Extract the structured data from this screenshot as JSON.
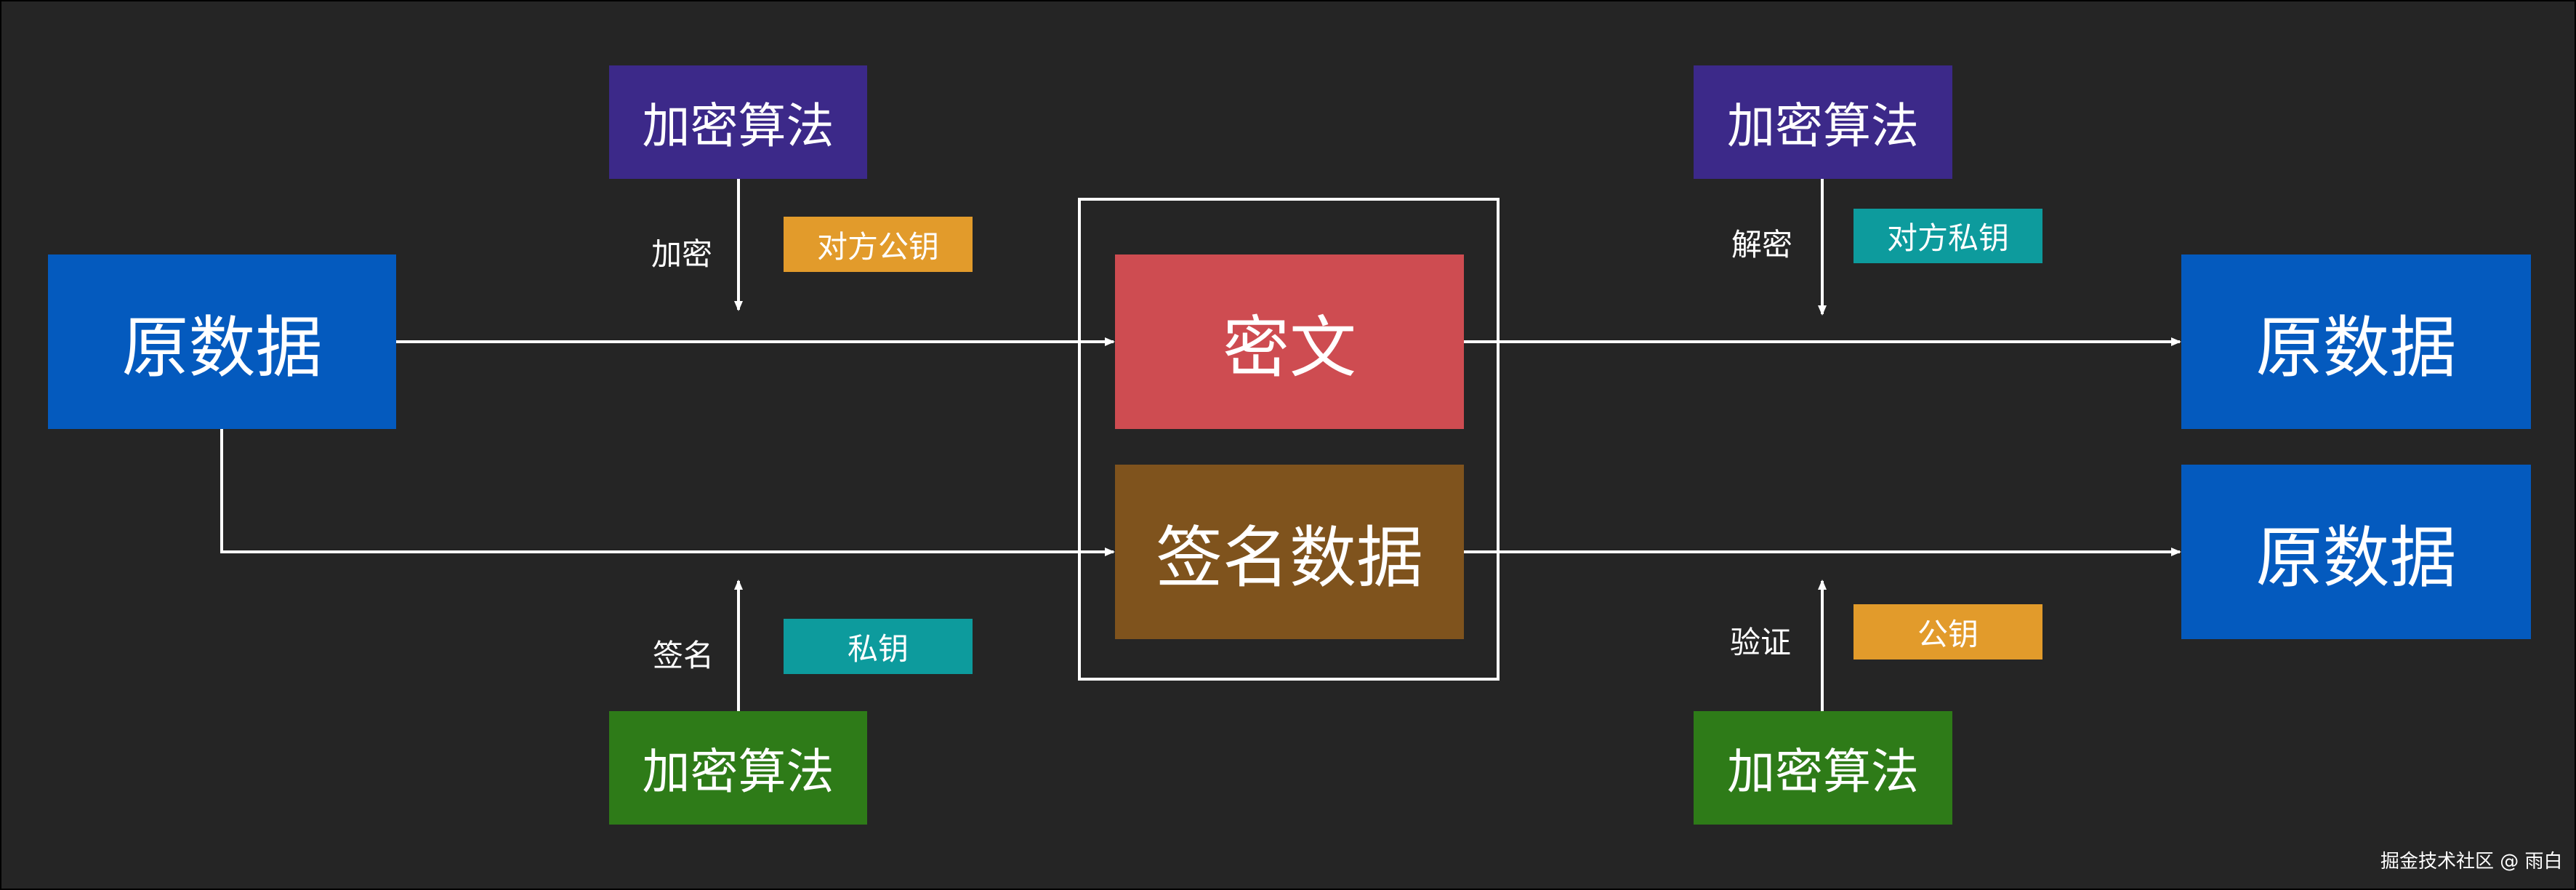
{
  "colors": {
    "background": "#252525",
    "plain_data_box": "#045ABE",
    "encrypt_algo_box": "#3C2989",
    "sign_algo_box": "#2E7B18",
    "ciphertext_box": "#CE4C51",
    "signature_box": "#7F531D",
    "orange_key": "#E29B2B",
    "teal_key": "#0D9B9D",
    "line": "#FFFFFF"
  },
  "left": {
    "source_data": "原数据",
    "encrypt_algorithm": "加密算法",
    "encrypt_label": "加密",
    "encrypt_key": "对方公钥",
    "sign_algorithm": "加密算法",
    "sign_label": "签名",
    "sign_key": "私钥"
  },
  "center": {
    "ciphertext": "密文",
    "signature_data": "签名数据"
  },
  "right": {
    "decrypt_algorithm": "加密算法",
    "decrypt_label": "解密",
    "decrypt_key": "对方私钥",
    "decrypted_data": "原数据",
    "verify_algorithm": "加密算法",
    "verify_label": "验证",
    "verify_key": "公钥",
    "verified_data": "原数据"
  },
  "watermark": "掘金技术社区 @ 雨白"
}
